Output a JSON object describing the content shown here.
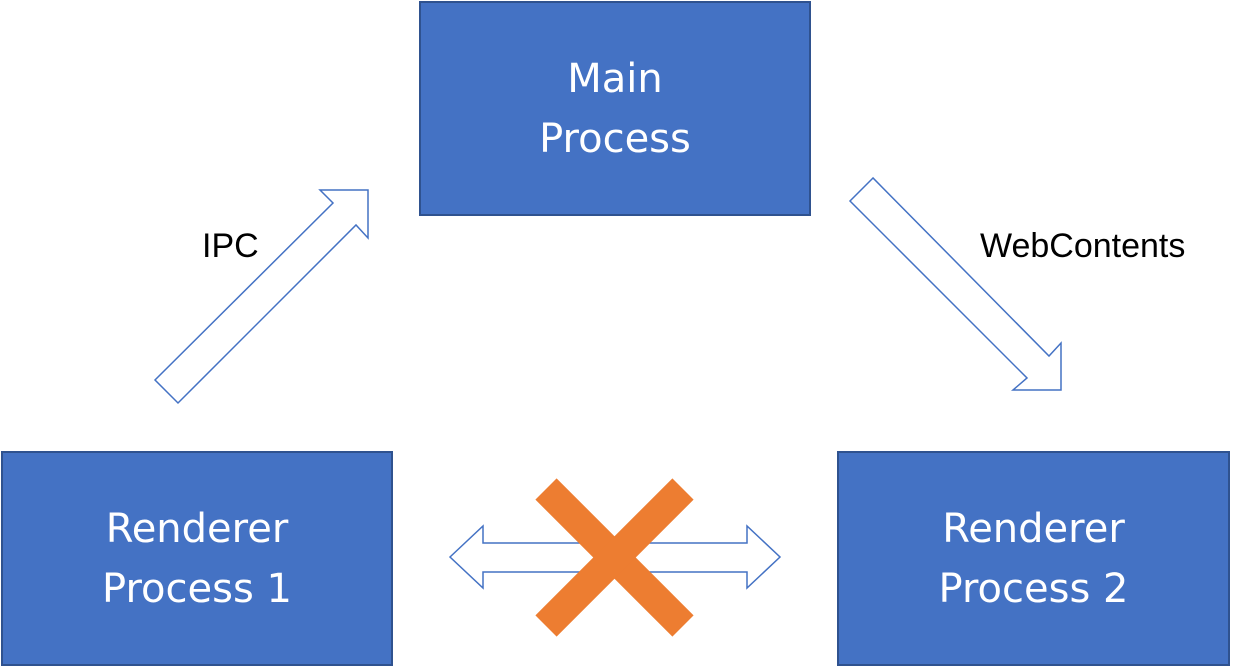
{
  "nodes": {
    "main": {
      "line1": "Main",
      "line2": "Process"
    },
    "renderer1": {
      "line1": "Renderer",
      "line2": "Process 1"
    },
    "renderer2": {
      "line1": "Renderer",
      "line2": "Process 2"
    }
  },
  "edges": {
    "ipc": {
      "label": "IPC"
    },
    "webcontents": {
      "label": "WebContents"
    }
  },
  "colors": {
    "box_fill": "#4472C4",
    "box_border": "#2F528F",
    "arrow_outline": "#4472C4",
    "cross": "#ED7D31"
  },
  "icons": {
    "blocked": "cross-mark-icon"
  }
}
